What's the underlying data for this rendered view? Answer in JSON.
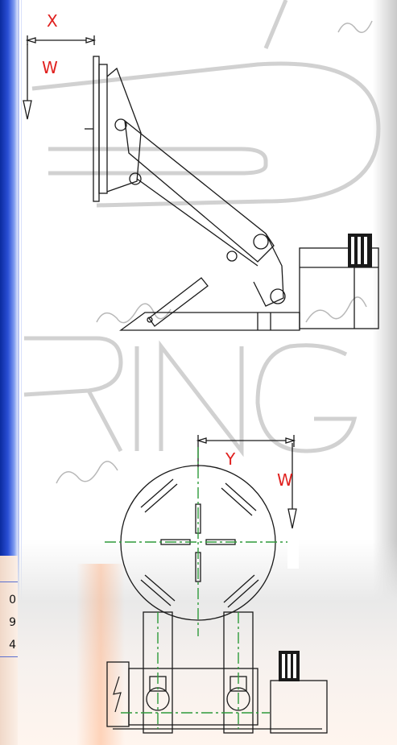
{
  "labels": {
    "top_dimension": "X",
    "top_load": "W",
    "bottom_dimension": "Y",
    "bottom_load": "W"
  },
  "side_table": {
    "values": [
      "0",
      "9",
      "4"
    ]
  },
  "colors": {
    "label_red": "#e0201e",
    "line_black": "#1a1a1a",
    "centerline_green": "#2e9a3a",
    "watermark_grey": "#c8c8c8",
    "sidebar_blue": "#1b3fc4"
  },
  "icons": {
    "motor_top": "motor-icon",
    "motor_bottom": "motor-icon",
    "electric_box": "lightning-icon"
  }
}
